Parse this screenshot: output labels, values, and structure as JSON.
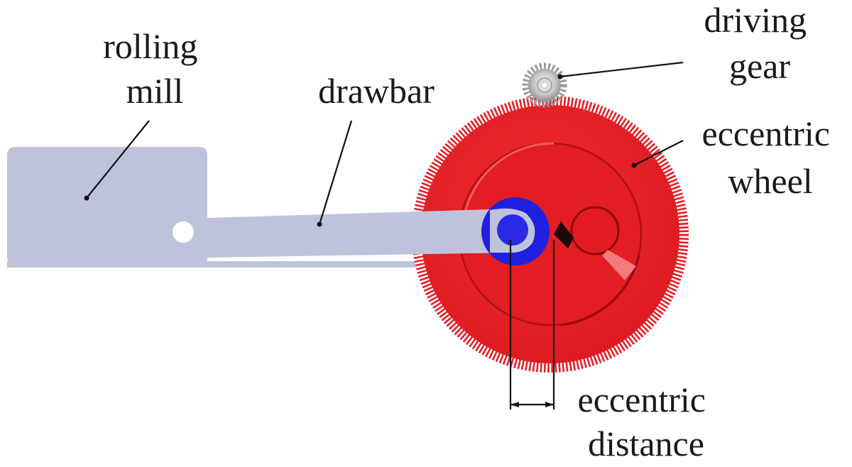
{
  "labels": {
    "rolling_mill": [
      "rolling",
      "mill"
    ],
    "drawbar": "drawbar",
    "driving_gear": [
      "driving",
      "gear"
    ],
    "eccentric_wheel": [
      "eccentric",
      "wheel"
    ],
    "eccentric_distance": [
      "eccentric",
      "distance"
    ]
  },
  "colors": {
    "machine_parts": "#bec3db",
    "eccentric_wheel": "#e61e24",
    "pivot": "#2020e0",
    "driving_gear": "#c0c0c0",
    "leader_lines": "#111111"
  }
}
